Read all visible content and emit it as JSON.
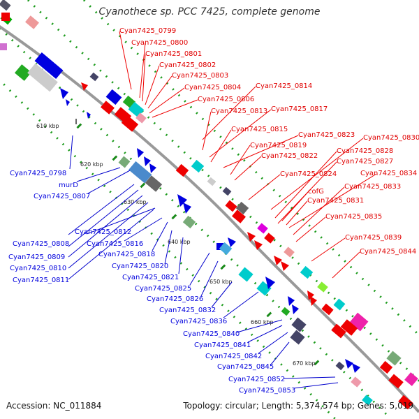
{
  "title": "Cyanothece sp. PCC 7425, complete genome",
  "footer": {
    "accession": "Accession: NC_011884",
    "summary": "Topology: circular; Length: 5,374,574 bp; Genes: 5,019"
  },
  "colors": {
    "forward_label": "#e00000",
    "reverse_label": "#0000dd",
    "backbone": "#999999"
  },
  "ticks": [
    "610 kbp",
    "620 kbp",
    "630 kbp",
    "640 kbp",
    "650 kbp",
    "660 kbp",
    "670 kbp"
  ],
  "forward_labels": [
    "Cyan7425_0799",
    "Cyan7425_0800",
    "Cyan7425_0801",
    "Cyan7425_0802",
    "Cyan7425_0803",
    "Cyan7425_0804",
    "Cyan7425_0806",
    "Cyan7425_0813",
    "Cyan7425_0814",
    "Cyan7425_0815",
    "Cyan7425_0817",
    "Cyan7425_0819",
    "Cyan7425_0822",
    "Cyan7425_0823",
    "Cyan7425_0824",
    "cofG",
    "Cyan7425_0827",
    "Cyan7425_0828",
    "Cyan7425_0830",
    "Cyan7425_0831",
    "Cyan7425_0833",
    "Cyan7425_0834",
    "Cyan7425_0835",
    "Cyan7425_0839",
    "Cyan7425_0844"
  ],
  "reverse_labels": [
    "Cyan7425_0798",
    "murD",
    "Cyan7425_0807",
    "Cyan7425_0812",
    "Cyan7425_0808",
    "Cyan7425_0816",
    "Cyan7425_0809",
    "Cyan7425_0818",
    "Cyan7425_0810",
    "Cyan7425_0820",
    "Cyan7425_0811",
    "Cyan7425_0821",
    "Cyan7425_0825",
    "Cyan7425_0826",
    "Cyan7425_0832",
    "Cyan7425_0836",
    "Cyan7425_0840",
    "Cyan7425_0841",
    "Cyan7425_0842",
    "Cyan7425_0845",
    "Cyan7425_0852",
    "Cyan7425_0853"
  ]
}
